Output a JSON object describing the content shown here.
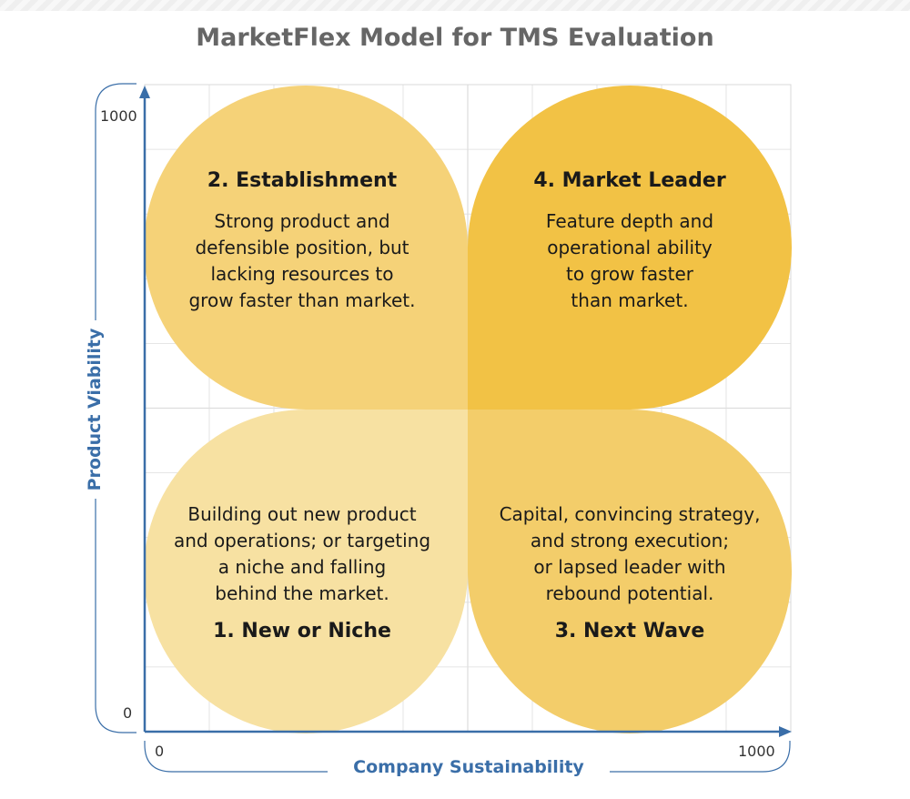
{
  "title": "MarketFlex Model for TMS Evaluation",
  "axes": {
    "x_label": "Company Sustainability",
    "y_label": "Product Viability",
    "x_min": "0",
    "x_max": "1000",
    "y_min": "0",
    "y_max": "1000"
  },
  "quadrants": [
    {
      "id": "q1",
      "heading": "1. New or Niche",
      "lines": [
        "Building out new product",
        "and operations; or targeting",
        "a niche and falling",
        "behind the market."
      ],
      "color": "#f7e1a2"
    },
    {
      "id": "q2",
      "heading": "2. Establishment",
      "lines": [
        "Strong product and",
        "defensible position, but",
        "lacking resources to",
        "grow faster than market."
      ],
      "color": "#f5d278"
    },
    {
      "id": "q3",
      "heading": "3. Next Wave",
      "lines": [
        "Capital, convincing strategy,",
        "and strong execution;",
        "or lapsed leader with",
        "rebound potential."
      ],
      "color": "#f3cd6a"
    },
    {
      "id": "q4",
      "heading": "4. Market Leader",
      "lines": [
        "Feature depth and",
        "operational ability",
        "to grow faster",
        "than market."
      ],
      "color": "#f2c245"
    }
  ],
  "colors": {
    "axis": "#3a6ea8",
    "grid": "#dddddd",
    "title": "#666666"
  }
}
